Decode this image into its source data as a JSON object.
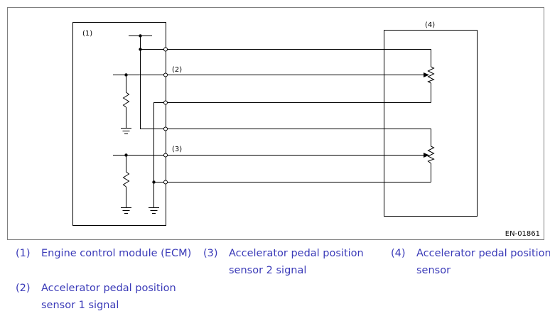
{
  "diagram": {
    "figure_code": "EN-01861",
    "callouts": {
      "ecm": "(1)",
      "sensor1_signal": "(2)",
      "sensor2_signal": "(3)",
      "pedal_sensor": "(4)"
    },
    "colors": {
      "line": "#000000",
      "frame": "#7f7f7f",
      "legend_text": "#3a3ab8"
    }
  },
  "legend": [
    {
      "num": "(1)",
      "lines": [
        "Engine control module (ECM)"
      ]
    },
    {
      "num": "(2)",
      "lines": [
        "Accelerator pedal position",
        "sensor 1 signal"
      ]
    },
    {
      "num": "(3)",
      "lines": [
        "Accelerator pedal position",
        "sensor 2 signal"
      ]
    },
    {
      "num": "(4)",
      "lines": [
        "Accelerator pedal position",
        "sensor"
      ]
    }
  ]
}
